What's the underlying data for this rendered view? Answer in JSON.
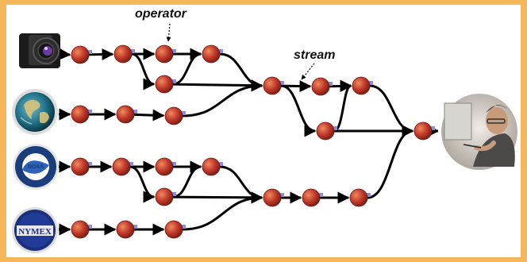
{
  "labels": {
    "operator": "operator",
    "stream": "stream"
  },
  "sources": [
    {
      "name": "camera",
      "icon": "camera-icon"
    },
    {
      "name": "earth",
      "icon": "globe-icon"
    },
    {
      "name": "noaa",
      "icon": "noaa-logo-icon",
      "text": "NOAA"
    },
    {
      "name": "nymex",
      "icon": "nymex-logo-icon",
      "text": "NYMEX"
    }
  ],
  "sink": {
    "name": "analyst",
    "icon": "person-at-computer-icon"
  },
  "colors": {
    "background_border": "#f6b65a",
    "node_fill": "#c0392b",
    "node_highlight": "#e8704a",
    "edge": "#000000",
    "port": "#8a8ee0"
  }
}
